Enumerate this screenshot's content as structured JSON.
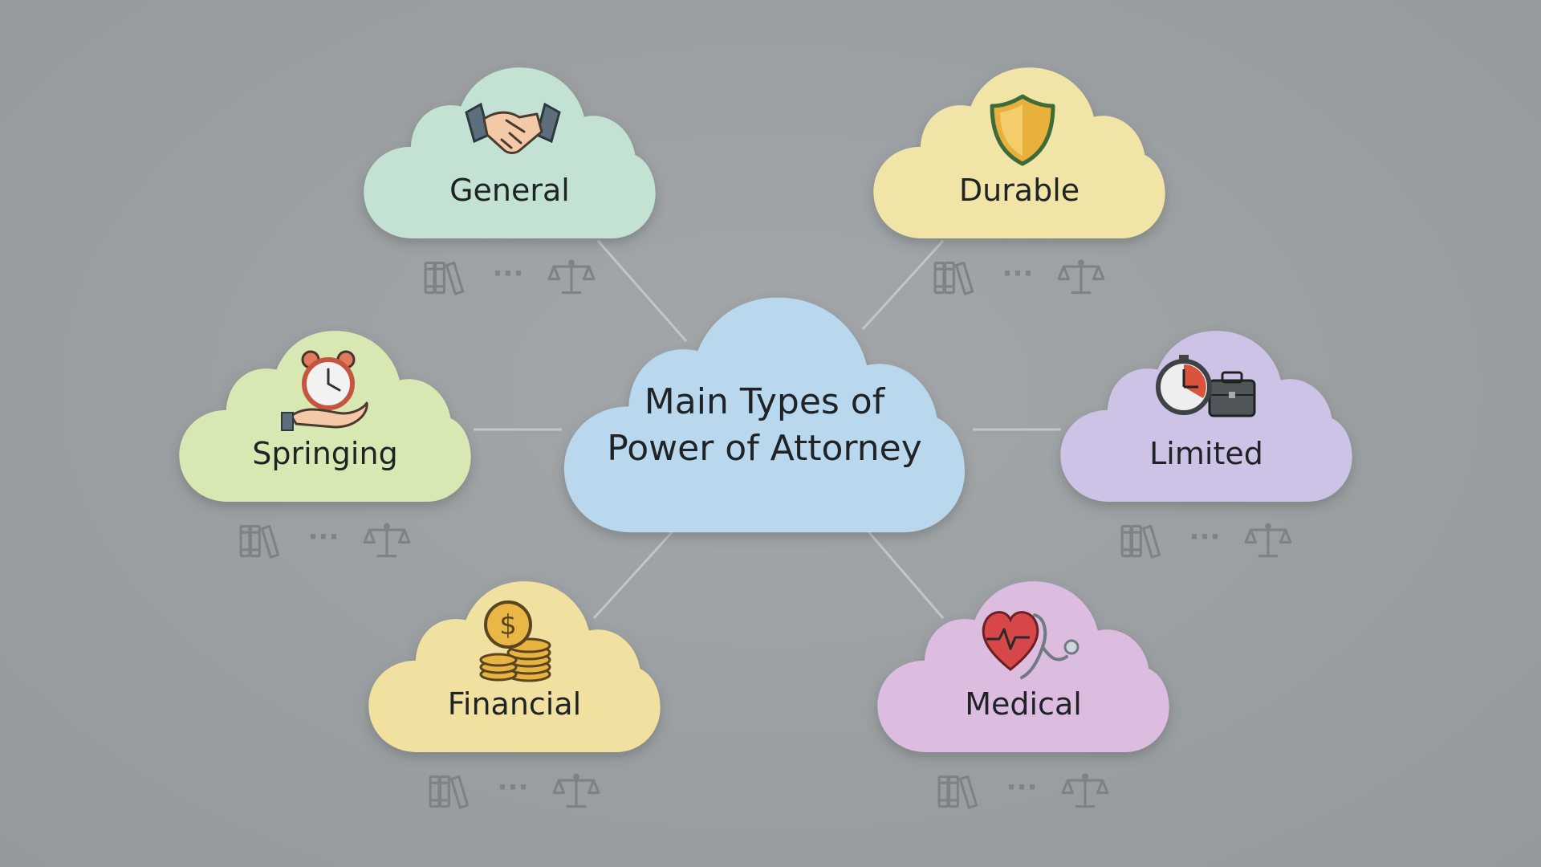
{
  "center": {
    "title_line1": "Main Types of",
    "title_line2": "Power of Attorney",
    "color": "#b9d8ee"
  },
  "connector_color": "#c3c6c8",
  "footer_icon_color": "#7e8285",
  "nodes": [
    {
      "id": "general",
      "label": "General",
      "icon": "handshake-icon",
      "color": "#c3e2d3",
      "footer_separator": "···"
    },
    {
      "id": "durable",
      "label": "Durable",
      "icon": "shield-icon",
      "color": "#f1e4a7",
      "footer_separator": "···"
    },
    {
      "id": "springing",
      "label": "Springing",
      "icon": "alarm-clock-hand-icon",
      "color": "#d8e8b3",
      "footer_separator": "···"
    },
    {
      "id": "limited",
      "label": "Limited",
      "icon": "stopwatch-briefcase-icon",
      "color": "#cdc3e6",
      "footer_separator": "···"
    },
    {
      "id": "financial",
      "label": "Financial",
      "icon": "dollar-coins-icon",
      "color": "#f1e1a0",
      "footer_separator": "···"
    },
    {
      "id": "medical",
      "label": "Medical",
      "icon": "heart-stethoscope-icon",
      "color": "#dcbde0",
      "footer_separator": "···"
    }
  ]
}
